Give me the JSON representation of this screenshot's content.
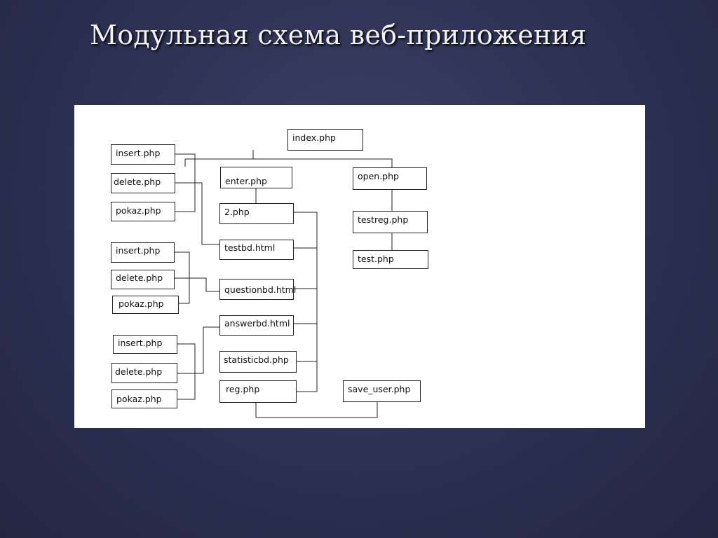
{
  "title": "Модульная схема веб-приложения",
  "diagram": {
    "nodes": {
      "index": "index.php",
      "enter": "enter.php",
      "open": "open.php",
      "two": "2.php",
      "testreg": "testreg.php",
      "test": "test.php",
      "testbd": "testbd.html",
      "questionbd": "questionbd.html",
      "answerbd": "answerbd.html",
      "statisticbd": "statisticbd.php",
      "reg": "reg.php",
      "save_user": "save_user.php",
      "insert1": "insert.php",
      "delete1": "delete.php",
      "pokaz1": "pokaz.php",
      "insert2": "insert.php",
      "delete2": "delete.php",
      "pokaz2": "pokaz.php",
      "insert3": "insert.php",
      "delete3": "delete.php",
      "pokaz3": "pokaz.php"
    }
  }
}
